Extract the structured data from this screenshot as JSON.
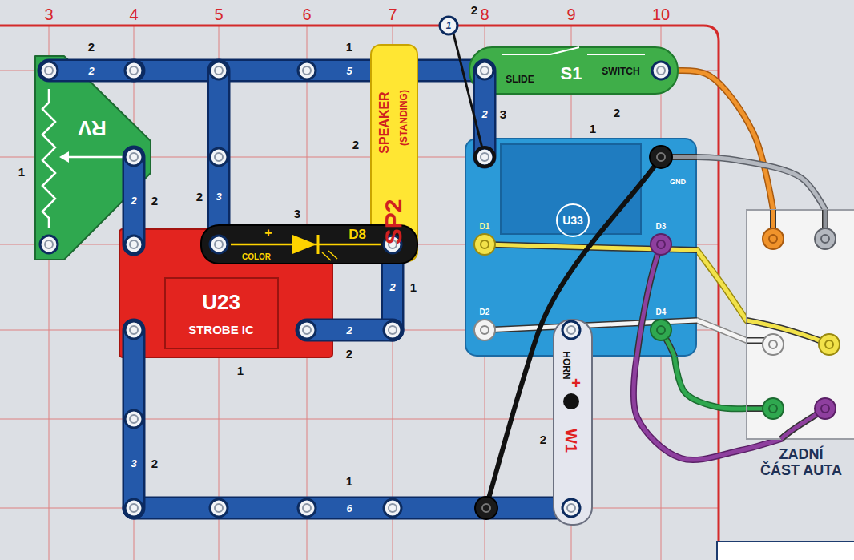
{
  "diagram": {
    "nodes": [
      {
        "text": [
          "RV"
        ]
      },
      {
        "text": [
          "SP2",
          "SPEAKER",
          "(STANDING)"
        ]
      },
      {
        "text": [
          "SLIDE",
          "S1",
          "SWITCH"
        ]
      },
      {
        "text": [
          "U23",
          "STROBE IC"
        ]
      },
      {
        "text": [
          "+",
          "D8",
          "COLOR"
        ]
      },
      {
        "text": [
          "U33",
          "D1",
          "D3",
          "D2",
          "D4",
          "GND"
        ]
      },
      {
        "text": [
          "HORN",
          "+",
          "W1"
        ]
      },
      {
        "text": [
          "ZADNÍ ČÁST AUTA"
        ]
      }
    ],
    "edges": [
      {
        "from": 2,
        "to": 7,
        "arrow": "none"
      },
      {
        "from": 5,
        "to": 7,
        "arrow": "none"
      },
      {
        "from": 5,
        "to": 7,
        "arrow": "none"
      },
      {
        "from": 5,
        "to": 7,
        "arrow": "none"
      },
      {
        "from": 5,
        "to": 7,
        "arrow": "none"
      },
      {
        "from": 5,
        "to": 7,
        "arrow": "none"
      }
    ],
    "labels": [
      "2",
      "1",
      "3",
      "4",
      "5",
      "6",
      "7",
      "8",
      "9",
      "10",
      "2",
      "2",
      "1",
      "5",
      "1",
      "2",
      "2",
      "3",
      "2",
      "2",
      "3",
      "2",
      "1",
      "1",
      "2",
      "2",
      "2",
      "3",
      "2",
      "1",
      "3",
      "2",
      "1",
      "6",
      "2"
    ]
  }
}
